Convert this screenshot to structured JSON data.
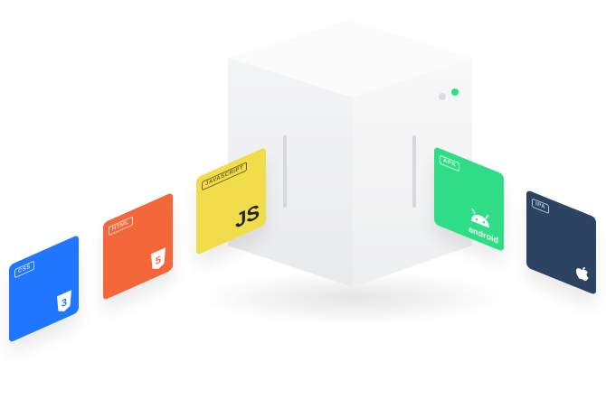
{
  "cards": [
    {
      "id": "css",
      "label": "CSS",
      "logo": "css3-shield-icon",
      "badge": "3",
      "color": "#2176ff"
    },
    {
      "id": "html",
      "label": "HTML",
      "logo": "html5-shield-icon",
      "badge": "5",
      "color": "#f4673a"
    },
    {
      "id": "javascript",
      "label": "JAVASCRIPT",
      "logo_text": "JS",
      "color": "#f1dc4c"
    },
    {
      "id": "apk",
      "label": "APK",
      "logo": "android-icon",
      "logo_text": "android",
      "color": "#30dd87"
    },
    {
      "id": "ipa",
      "label": "IPA",
      "logo": "apple-icon",
      "color": "#2c4462"
    }
  ],
  "cube": {
    "led_colors": [
      "#d9dcdf",
      "#2ee07f"
    ]
  }
}
